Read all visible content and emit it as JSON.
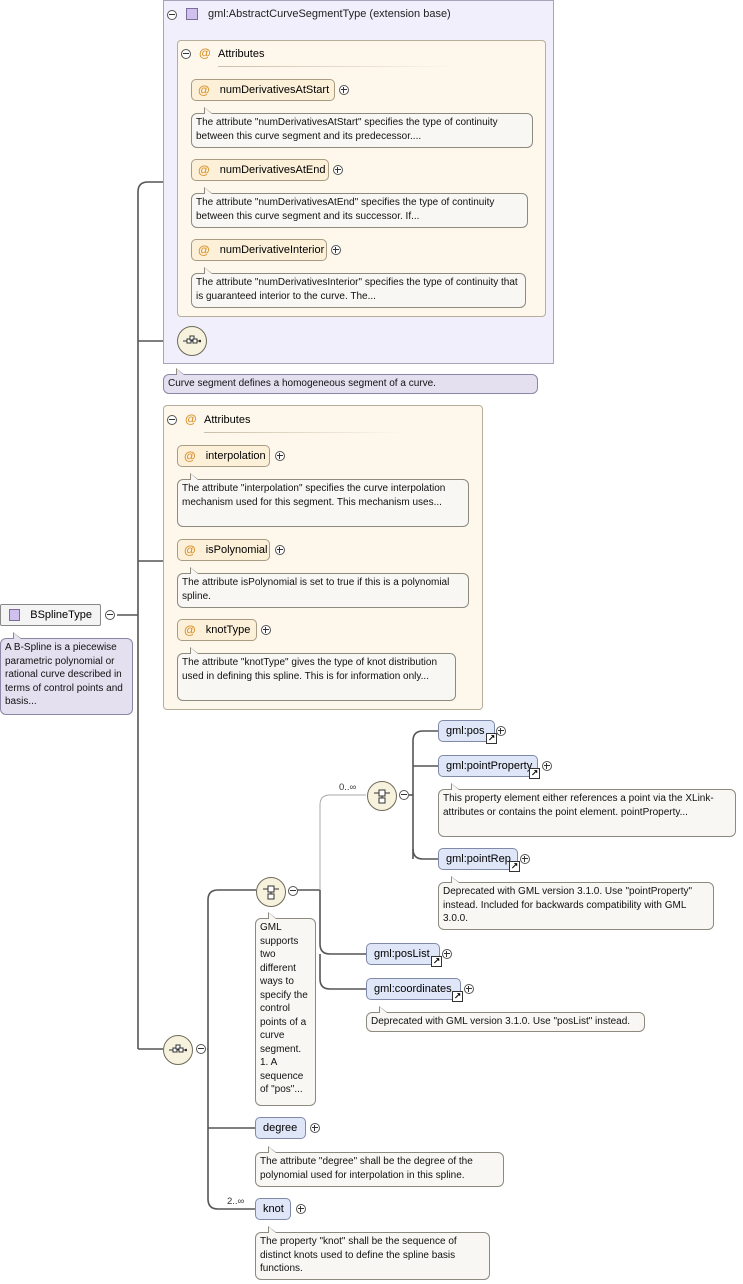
{
  "root": {
    "name": "BSplineType",
    "description": "A B-Spline is a piecewise parametric polynomial or rational curve described in terms of control points and basis..."
  },
  "extension": {
    "title": "gml:AbstractCurveSegmentType (extension base)",
    "attributes_header": "Attributes",
    "attributes": [
      {
        "name": "numDerivativesAtStart",
        "description": "The attribute \"numDerivativesAtStart\" specifies the type of continuity between this curve segment and its predecessor...."
      },
      {
        "name": "numDerivativesAtEnd",
        "description": "The attribute \"numDerivativesAtEnd\" specifies the type of continuity between this curve segment and its successor. If..."
      },
      {
        "name": "numDerivativeInterior",
        "description": "The attribute \"numDerivativesInterior\" specifies the type of continuity that is guaranteed interior to the curve. The..."
      }
    ],
    "description": "Curve segment defines a homogeneous segment of a curve."
  },
  "own_attributes": {
    "header": "Attributes",
    "attributes": [
      {
        "name": "interpolation",
        "description": "The attribute \"interpolation\" specifies the curve interpolation mechanism used for this segment. This mechanism uses..."
      },
      {
        "name": "isPolynomial",
        "description": "The attribute isPolynomial is set to true if this is a polynomial spline."
      },
      {
        "name": "knotType",
        "description": "The attribute \"knotType\" gives the type of knot distribution used in defining this spline. This is for information only..."
      }
    ]
  },
  "choice": {
    "description": "GML supports two different ways to specify the control points of a curve segment. 1. A sequence of \"pos\"...",
    "inner_cardinality": "0..∞",
    "inner_elements": [
      {
        "name": "gml:pos"
      },
      {
        "name": "gml:pointProperty",
        "description": "This property element either references a point via the XLink-attributes or contains the point element. pointProperty..."
      },
      {
        "name": "gml:pointRep",
        "description": "Deprecated with GML version 3.1.0. Use \"pointProperty\" instead. Included for backwards compatibility with GML 3.0.0."
      }
    ],
    "outer_elements": [
      {
        "name": "gml:posList"
      },
      {
        "name": "gml:coordinates",
        "description": "Deprecated with GML version 3.1.0. Use \"posList\" instead."
      }
    ]
  },
  "degree": {
    "name": "degree",
    "description": "The attribute \"degree\" shall be the degree of the polynomial used for interpolation in this spline."
  },
  "knot": {
    "name": "knot",
    "cardinality": "2..∞",
    "description": "The property \"knot\" shall be the sequence of distinct knots used to define the spline basis functions."
  },
  "colors": {
    "connector": "#555555",
    "attribute_fill": "#fdf0d9",
    "element_fill": "#dfe6f7",
    "type_fill": "#f1effb"
  }
}
